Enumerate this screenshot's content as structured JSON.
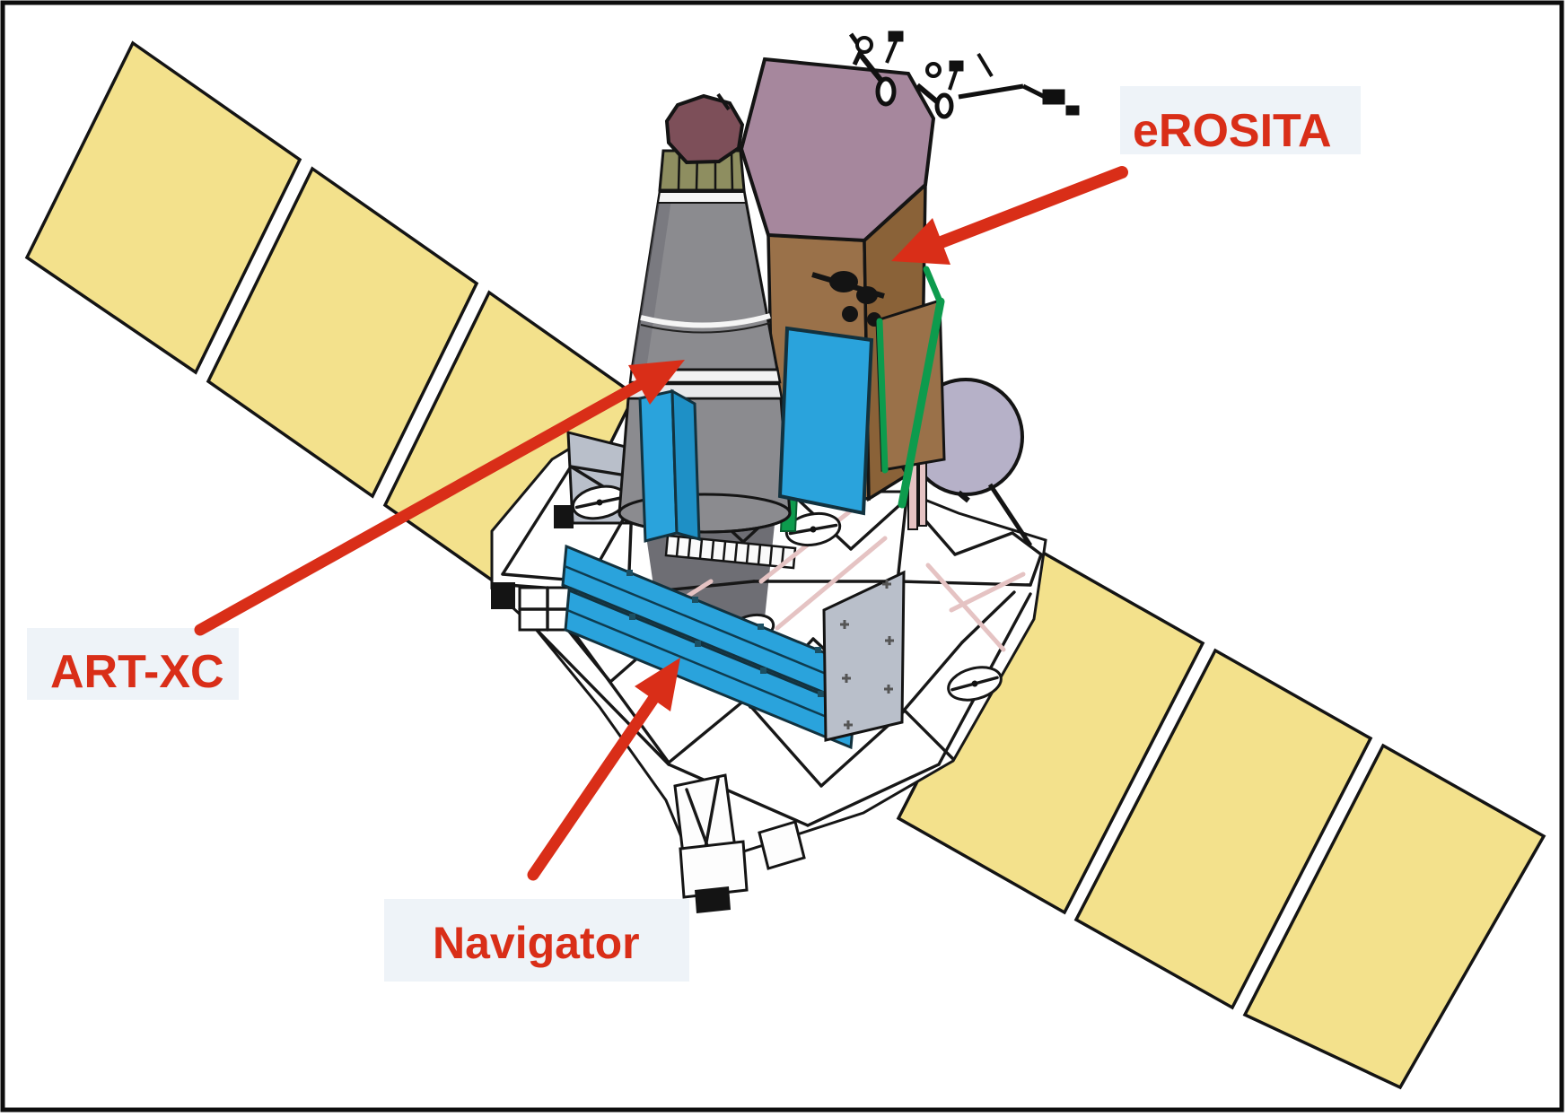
{
  "labels": {
    "erosita": {
      "text": "eROSITA"
    },
    "artxc": {
      "text": "ART-XC"
    },
    "navigator": {
      "text": "Navigator"
    }
  },
  "colors": {
    "bg": "#ffffff",
    "red": "#d92e18",
    "solar": "#f3e18c",
    "outline": "#141414",
    "blue": "#2aa3dc",
    "blue_dark": "#1e90c6",
    "mauve": "#a6879d",
    "brown": "#9a7149",
    "brown_dark": "#8a6238",
    "gray_cone": "#8b8b8f",
    "gray_cone_dark": "#6e6e74",
    "maroon_cap": "#7d4f59",
    "olive": "#8e8e60",
    "green": "#0d9b4d",
    "disk": "#b6b1c8",
    "gray_panel": "#b9bfca",
    "pink": "#e5c3c3",
    "tint": "#eef3f8",
    "white": "#ffffff"
  }
}
